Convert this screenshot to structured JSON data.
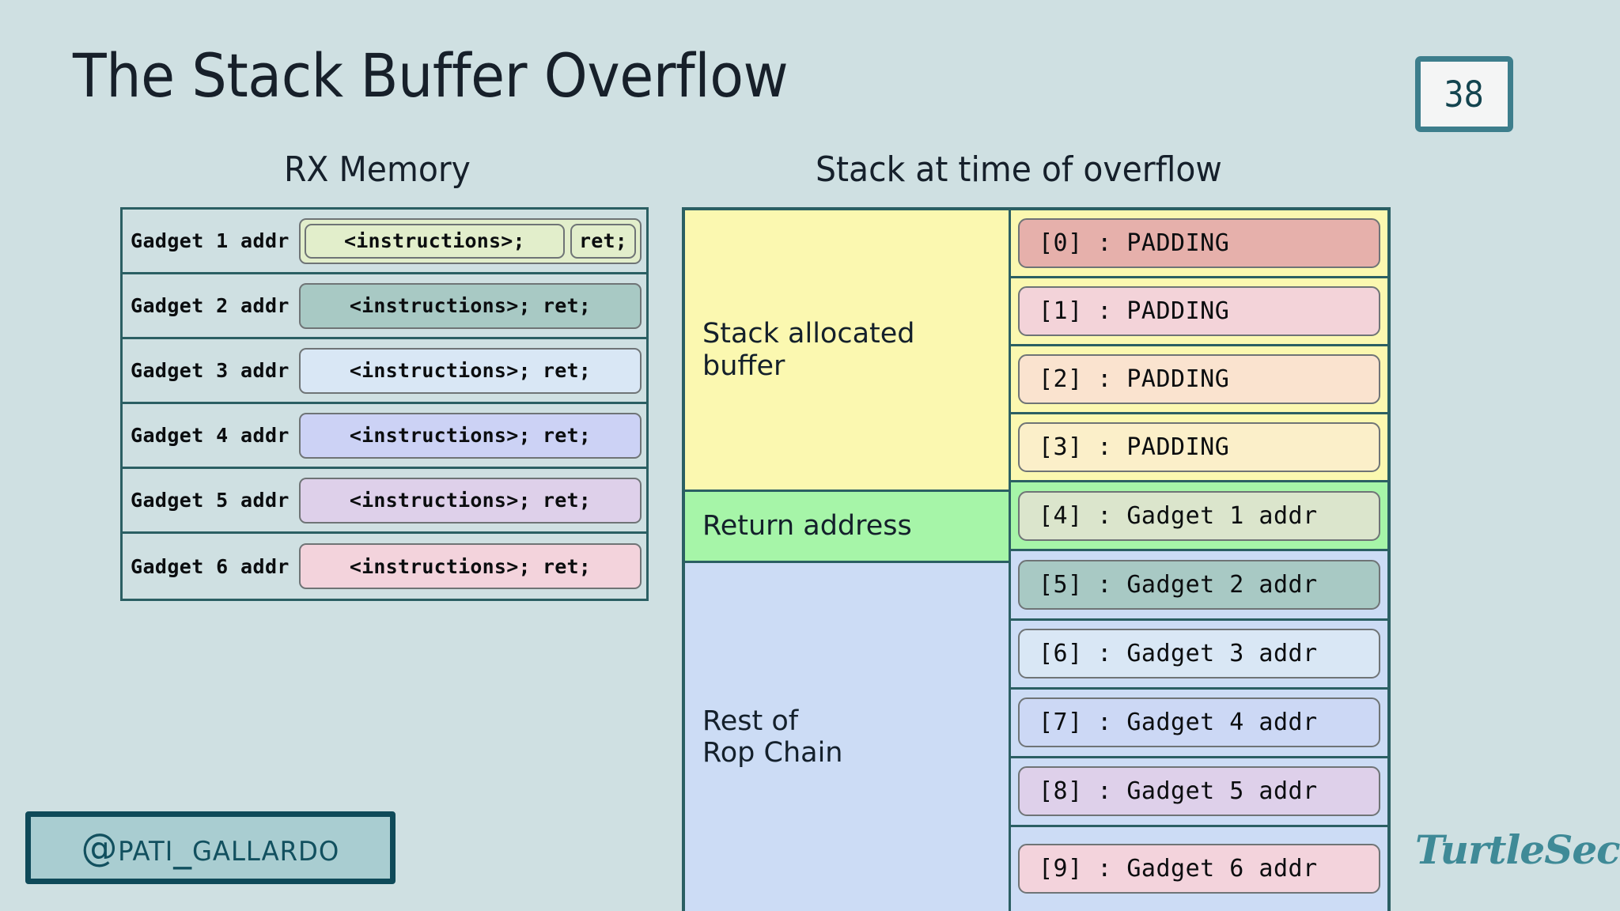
{
  "slide": {
    "title": "The Stack Buffer Overflow",
    "number": "38",
    "background_color": "#cfe0e2",
    "accent_color": "#3d7e8c"
  },
  "rx_memory": {
    "heading": "RX Memory",
    "rows": [
      {
        "addr": "Gadget 1 addr",
        "instr_label": "<instructions>;",
        "ret_label": "ret;",
        "split": true,
        "color": "#e2eecb"
      },
      {
        "addr": "Gadget 2 addr",
        "body": "<instructions>; ret;",
        "split": false,
        "color": "#a8c9c4"
      },
      {
        "addr": "Gadget 3 addr",
        "body": "<instructions>; ret;",
        "split": false,
        "color": "#d9e7f5"
      },
      {
        "addr": "Gadget 4 addr",
        "body": "<instructions>; ret;",
        "split": false,
        "color": "#ccd2f5"
      },
      {
        "addr": "Gadget 5 addr",
        "body": "<instructions>; ret;",
        "split": false,
        "color": "#ded0ea"
      },
      {
        "addr": "Gadget 6 addr",
        "body": "<instructions>; ret;",
        "split": false,
        "color": "#f3d3dc"
      }
    ]
  },
  "stack": {
    "heading": "Stack at time of overflow",
    "regions": [
      {
        "label": "Stack allocated\nbuffer",
        "color": "#fbf8b0"
      },
      {
        "label": "Return address",
        "color": "#a6f5a8"
      },
      {
        "label": "Rest of\nRop Chain",
        "color": "#ccdcf5"
      }
    ],
    "slots": [
      {
        "text": "[0] : PADDING",
        "color": "#e6b0ab"
      },
      {
        "text": "[1] : PADDING",
        "color": "#f3d3d9"
      },
      {
        "text": "[2] : PADDING",
        "color": "#fae3cf"
      },
      {
        "text": "[3] : PADDING",
        "color": "#fbefc9"
      },
      {
        "text": "[4] : Gadget 1 addr",
        "color": "#dbe5cc"
      },
      {
        "text": "[5] : Gadget 2 addr",
        "color": "#a8c9c4"
      },
      {
        "text": "[6] : Gadget 3 addr",
        "color": "#d9e7f5"
      },
      {
        "text": "[7] : Gadget 4 addr",
        "color": "#ccd8f5"
      },
      {
        "text": "[8] : Gadget 5 addr",
        "color": "#ded0ea"
      },
      {
        "text": "[9] : Gadget 6 addr",
        "color": "#f3d3dc"
      }
    ]
  },
  "footer": {
    "handle": "@pati_gallardo",
    "logo": "TurtleSec"
  }
}
